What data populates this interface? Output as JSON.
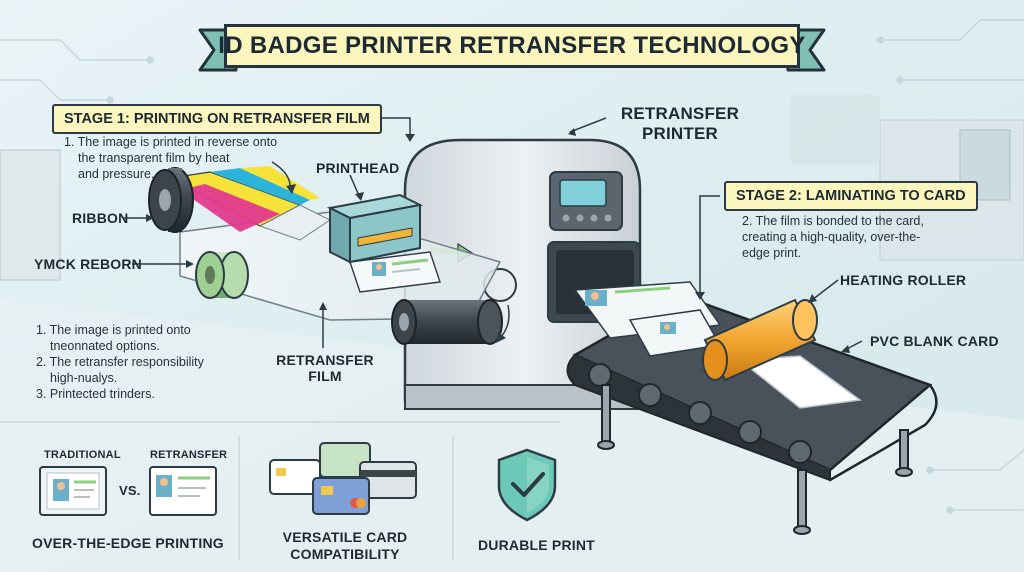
{
  "title": "ID BADGE PRINTER RETRANSFER TECHNOLOGY",
  "stage1": {
    "heading": "STAGE 1: PRINTING ON RETRANSFER FILM",
    "step": "1. The image is printed in reverse onto",
    "step_line2": "the transparent film by heat",
    "step_line3": "and pressure."
  },
  "stage2": {
    "heading": "STAGE 2: LAMINATING TO CARD",
    "step": "2. The film is bonded to the card,",
    "step_line2": "creating a high-quality, over-the-",
    "step_line3": "edge print."
  },
  "labels": {
    "printer": "RETRANSFER",
    "printer_line2": "PRINTER",
    "printhead": "PRINTHEAD",
    "ribbon": "RIBBON",
    "ymck": "YMCK REBORN",
    "film": "RETRANSFER",
    "film_line2": "FILM",
    "heating_roller": "HEATING ROLLER",
    "pvc_card": "PVC BLANK CARD"
  },
  "notes": [
    "1. The image is printed onto",
    "tneonnated options.",
    "2. The retransfer responsibility",
    "high-nualys.",
    "3. Printected trinders."
  ],
  "features": {
    "traditional": "TRADITIONAL",
    "vs": "VS.",
    "retransfer": "RETRANSFER",
    "f1": "OVER-THE-EDGE PRINTING",
    "f2": "VERSATILE CARD",
    "f2_line2": "COMPATIBILITY",
    "f3": "DURABLE PRINT"
  },
  "colors": {
    "banner": "#fbf6bd",
    "outline": "#23323c",
    "ribbon_cyan": "#2bb3d9",
    "ribbon_magenta": "#e23a8e",
    "ribbon_yellow": "#f6e33a",
    "heating_roller": "#f2a531",
    "shield": "#6cc9b7"
  }
}
